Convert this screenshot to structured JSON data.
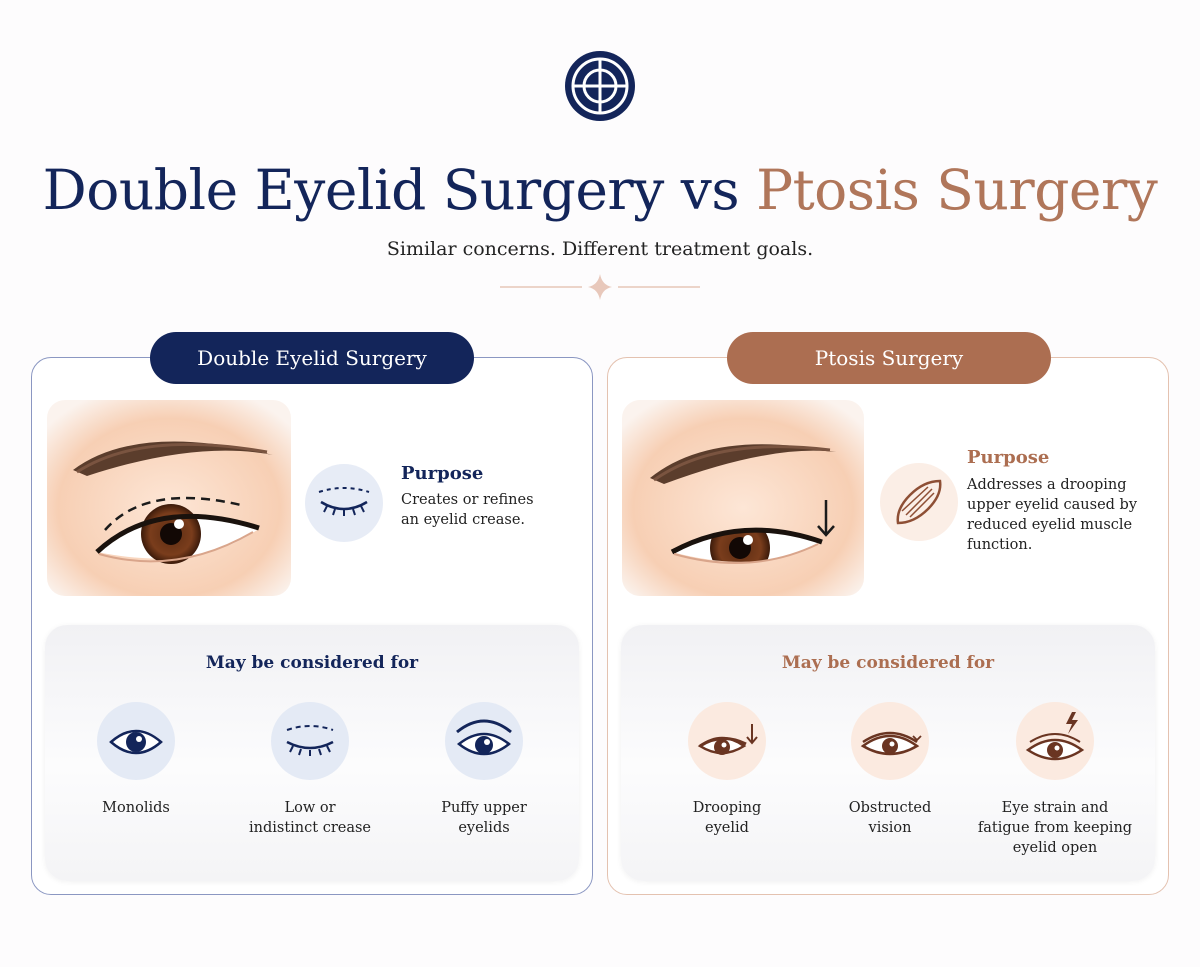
{
  "header": {
    "title_part1": "Double Eyelid Surgery vs",
    "title_part2": "Ptosis Surgery",
    "subtitle": "Similar concerns. Different treatment goals."
  },
  "colors": {
    "navy": "#13255a",
    "brown": "#ac6e51",
    "navy_icon_bg": "#e4eaf5",
    "peach_icon_bg": "#fbeae0"
  },
  "left_panel": {
    "badge": "Double Eyelid Surgery",
    "image_icon": "eye-with-dashed-crease-line",
    "purpose_icon": "closed-eye-with-lashes-icon",
    "purpose_title": "Purpose",
    "purpose_line1": "Creates or refines",
    "purpose_line2": "an eyelid crease.",
    "considered_title": "May be considered for",
    "items": [
      {
        "icon": "open-eye-icon",
        "line1": "Monolids",
        "line2": ""
      },
      {
        "icon": "closed-eye-dashed-crease-icon",
        "line1": "Low or",
        "line2": "indistinct crease"
      },
      {
        "icon": "heavy-lid-eye-icon",
        "line1": "Puffy upper",
        "line2": "eyelids"
      }
    ]
  },
  "right_panel": {
    "badge": "Ptosis Surgery",
    "image_icon": "drooping-eyelid-with-down-arrow",
    "purpose_icon": "muscle-icon",
    "purpose_title": "Purpose",
    "purpose_line1": "Addresses a drooping",
    "purpose_line2": "upper eyelid caused by",
    "purpose_line3": "reduced eyelid muscle",
    "purpose_line4": "function.",
    "considered_title": "May be considered for",
    "items": [
      {
        "icon": "drooping-eye-arrow-icon",
        "line1": "Drooping",
        "line2": "eyelid",
        "line3": ""
      },
      {
        "icon": "narrowed-eye-icon",
        "line1": "Obstructed",
        "line2": "vision",
        "line3": ""
      },
      {
        "icon": "eye-strain-bolt-icon",
        "line1": "Eye strain and",
        "line2": "fatigue from keeping",
        "line3": "eyelid open"
      }
    ]
  }
}
